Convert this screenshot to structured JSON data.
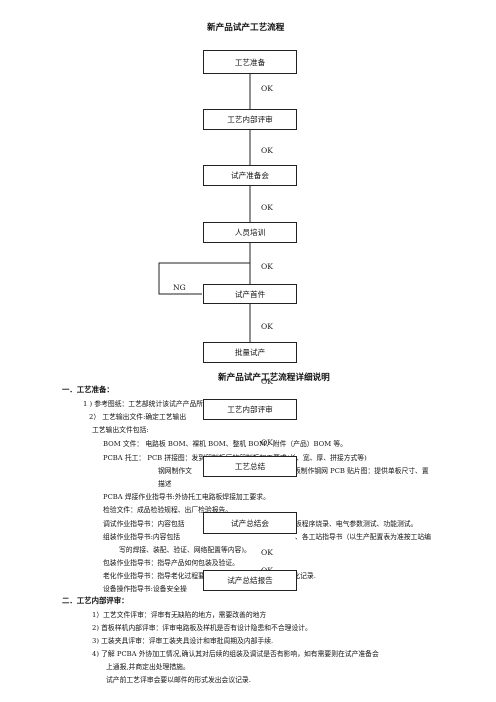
{
  "flow_title": "新产品试产工艺流程",
  "flow": {
    "boxes": [
      "工艺准备",
      "工艺内部评审",
      "试产准备会",
      "人员培训",
      "试产首件",
      "批量试产",
      "工艺内部评审",
      "工艺总结",
      "试产总结会",
      "试产总结报告"
    ],
    "ok_label": "OK",
    "ng_label": "NG"
  },
  "detail_title": "新产品试产工艺流程详细说明",
  "section1": {
    "heading": "一．工艺准备：",
    "item1": "1 )  参考图纸：工艺部统计该试产产品所需的全部的信息。",
    "item2": "2）  工艺输出文件:确定工艺输出",
    "item2b": "工艺输出文件包括:",
    "bom": "BOM 文件：   电路板 BOM、裸机 BOM、整机 BOM、附件（产品）BOM 等。",
    "pcba1": "PCBA 托工：   PCB 拼接图：发到印制板厂的印制板加工要求(长、宽、厚、拼接方式等)",
    "pcba2": "钢网制作文",
    "pcba2b": "板制作钢网 PCB 贴片图：提供单板尺寸、置",
    "pcba3": "描述",
    "weld": "PCBA 焊接作业指导书:外协托工电路板焊接加工要求。",
    "inspect": "检验文件：成品检验规程、出厂检验报告。",
    "debug1": "调试作业指导书：内容包括",
    "debug1b": "板程序烧录、电气参数测试、功能测试。",
    "assy1": "组装作业指导书:内容包括",
    "assy1b": "、各工站指导书（以生产配置表为准按工站编",
    "assy2": "写的焊接、装配、验证、网络配置等内容)。",
    "pack": "包装作业指导书：指导产品如何包装及验证。",
    "aging1": "老化作业指导书：指导老化过程要求和主要老化，整机老化和老化记录.",
    "equip": "设备操作指导书:设备安全操"
  },
  "section2": {
    "heading": "二．工艺内部评审：",
    "item1": "1）工艺文件评审：评审有无缺陷的地方，需要改善的地方",
    "item2": "2)  首板样机内部评审：评审电路板及样机是否有设计隐患和不合理设计。",
    "item3": "3)  工装夹具评审：评审工装夹具设计和审批周期及内部手续.",
    "item4": "4)  了解 PCBA 外协加工情况,确认其对后续的组装及调试是否有影响，如有需要则在试产准备会",
    "item4b": "上通报,并商定出处理措施。",
    "item5": "试产前工艺评审会要以邮件的形式发出会议记录."
  }
}
